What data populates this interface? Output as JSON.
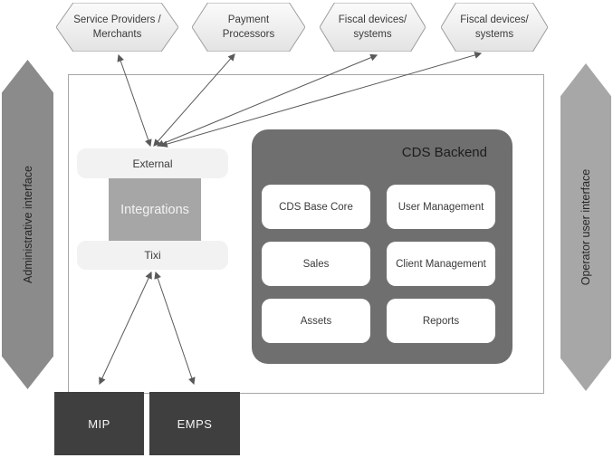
{
  "colors": {
    "hexagon_fill_top": "#fbfbfb",
    "hexagon_fill_bottom": "#e3e3e3",
    "hexagon_border": "#9d9d9d",
    "container_border": "#a6a6a6",
    "light_box": "#f2f2f2",
    "integrations_box": "#a6a6a6",
    "backend_box": "#6f6f6f",
    "module_box": "#ffffff",
    "dark_box": "#3f3f3f",
    "admin_arrow": "#8b8b8b",
    "operator_arrow": "#a7a7a7",
    "connector_line": "#595959"
  },
  "hexagons": [
    {
      "label": "Service Providers / Merchants"
    },
    {
      "label": "Payment Processors"
    },
    {
      "label": "Fiscal devices/ systems"
    },
    {
      "label": "Fiscal devices/ systems"
    }
  ],
  "side_interfaces": {
    "left": "Administrative interface",
    "right": "Operator user interface"
  },
  "integration_stack": {
    "external": "External",
    "integrations": "Integrations",
    "tixi": "Tixi"
  },
  "backend": {
    "title": "CDS Backend",
    "modules": [
      "CDS Base Core",
      "User Management",
      "Sales",
      "Client Management",
      "Assets",
      "Reports"
    ]
  },
  "bottom_systems": [
    {
      "label": "MIP"
    },
    {
      "label": "EMPS"
    }
  ]
}
